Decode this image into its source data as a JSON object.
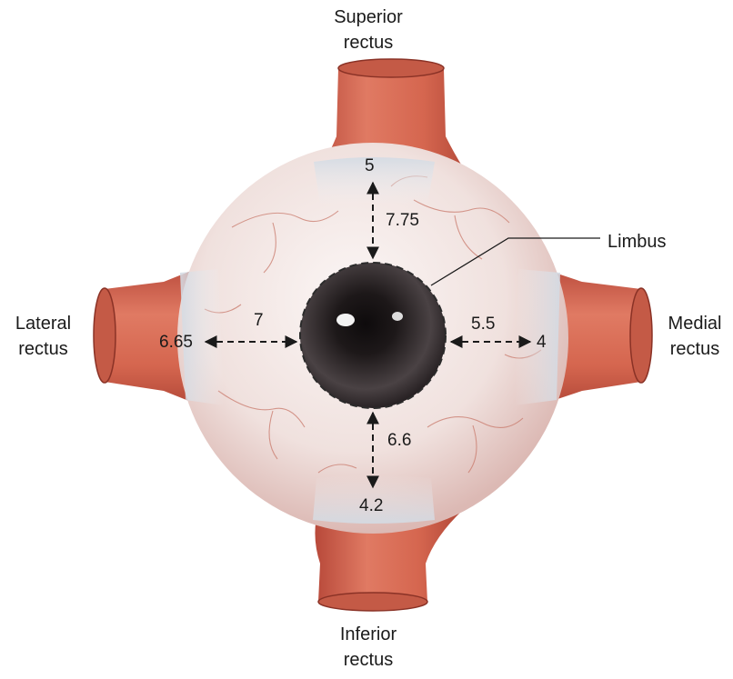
{
  "muscles": {
    "superior": {
      "line1": "Superior",
      "line2": "rectus"
    },
    "inferior": {
      "line1": "Inferior",
      "line2": "rectus"
    },
    "lateral": {
      "line1": "Lateral",
      "line2": "rectus"
    },
    "medial": {
      "line1": "Medial",
      "line2": "rectus"
    }
  },
  "limbus_label": "Limbus",
  "distances": {
    "superior_insertion_width": "5",
    "superior_from_limbus": "7.75",
    "lateral_from_limbus": "7",
    "lateral_insertion_width": "6.65",
    "medial_from_limbus": "5.5",
    "medial_insertion_width": "4",
    "inferior_from_limbus": "6.6",
    "inferior_insertion_width": "4.2"
  },
  "colors": {
    "muscle": "#d96a55",
    "muscle_dark": "#b8493a",
    "sclera": "#f3e9e6",
    "iris": "#2a2426",
    "tendon": "#cfe0ee"
  }
}
